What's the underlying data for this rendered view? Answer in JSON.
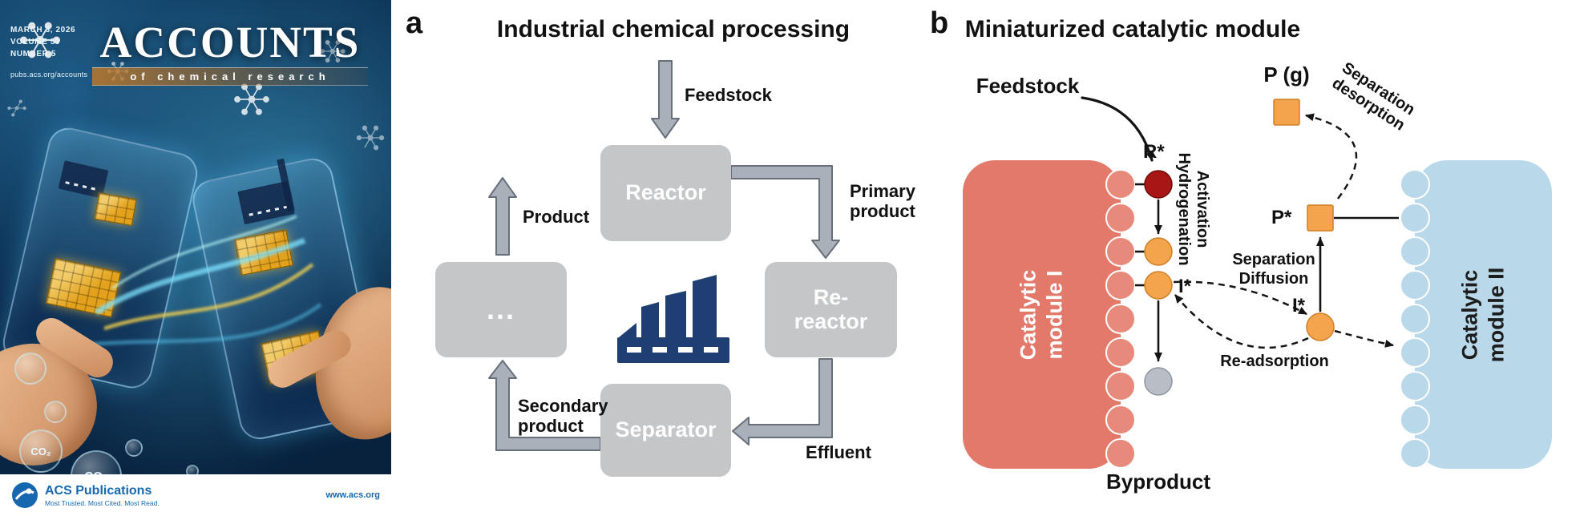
{
  "cover": {
    "issue_date": "MARCH 3, 2026",
    "volume": "VOLUME 59",
    "number": "NUMBER 5",
    "site": "pubs.acs.org/accounts",
    "title": "ACCOUNTS",
    "subtitle": "of chemical research",
    "co2": "CO₂",
    "publisher": "ACS Publications",
    "tagline": "Most Trusted. Most Cited. Most Read.",
    "website": "www.acs.org"
  },
  "panel_a": {
    "label": "a",
    "title": "Industrial chemical processing",
    "reactor": "Reactor",
    "re_reactor": [
      "Re-",
      "reactor"
    ],
    "separator": "Separator",
    "etc": "...",
    "feedstock": "Feedstock",
    "primary": [
      "Primary",
      "product"
    ],
    "effluent": "Effluent",
    "secondary": [
      "Secondary",
      "product"
    ],
    "product": "Product"
  },
  "panel_b": {
    "label": "b",
    "title": "Miniaturized catalytic module",
    "module1": [
      "Catalytic",
      "module I"
    ],
    "module2": [
      "Catalytic",
      "module II"
    ],
    "feedstock": "Feedstock",
    "r_star": "R*",
    "activation": [
      "Activation",
      "Hydrogenation"
    ],
    "i_star_left": "I*",
    "i_star_right": "I*",
    "sep_diff": [
      "Separation",
      "Diffusion"
    ],
    "re_adsorption": "Re-adsorption",
    "p_star": "P*",
    "p_gas": "P (g)",
    "sep_desorption": [
      "Separation",
      "desorption"
    ],
    "byproduct": "Byproduct"
  },
  "colors": {
    "module1_salmon": "#e2796b",
    "module2_blue": "#b9d9ea",
    "intermediate_orange": "#f4a44c",
    "reactant_dark_red": "#a81715",
    "byproduct_gray": "#b9bec6",
    "process_box_gray": "#c4c6c8",
    "factory_navy": "#1f3f72",
    "acs_blue": "#1568b0"
  }
}
